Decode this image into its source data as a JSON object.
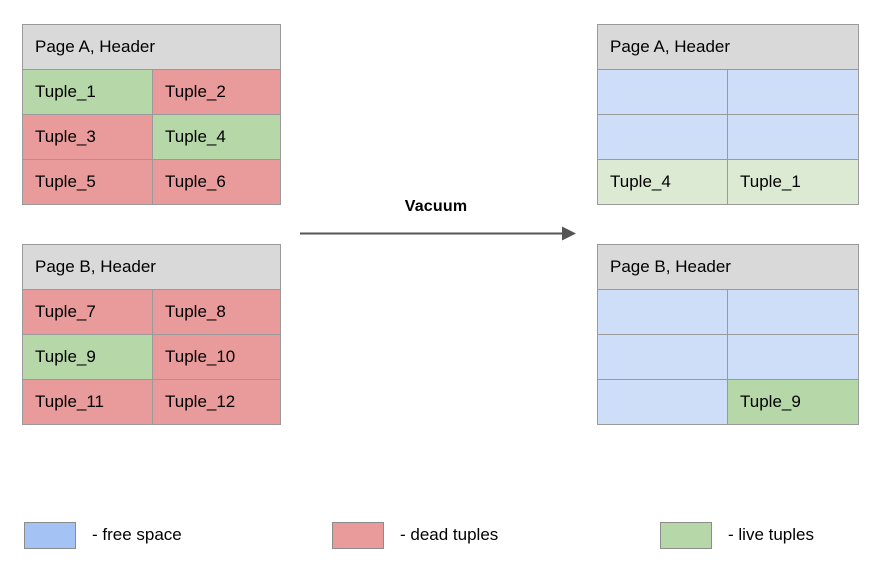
{
  "diagram": {
    "transition": {
      "label": "Vacuum",
      "arrow_icon": "arrow-right-icon"
    },
    "before": {
      "pages": [
        {
          "header": "Page A, Header",
          "rows": [
            [
              {
                "text": "Tuple_1",
                "state": "live"
              },
              {
                "text": "Tuple_2",
                "state": "dead"
              }
            ],
            [
              {
                "text": "Tuple_3",
                "state": "dead"
              },
              {
                "text": "Tuple_4",
                "state": "live"
              }
            ],
            [
              {
                "text": "Tuple_5",
                "state": "dead"
              },
              {
                "text": "Tuple_6",
                "state": "dead"
              }
            ]
          ]
        },
        {
          "header": "Page B, Header",
          "rows": [
            [
              {
                "text": "Tuple_7",
                "state": "dead"
              },
              {
                "text": "Tuple_8",
                "state": "dead"
              }
            ],
            [
              {
                "text": "Tuple_9",
                "state": "live"
              },
              {
                "text": "Tuple_10",
                "state": "dead"
              }
            ],
            [
              {
                "text": "Tuple_11",
                "state": "dead"
              },
              {
                "text": "Tuple_12",
                "state": "dead"
              }
            ]
          ]
        }
      ]
    },
    "after": {
      "pages": [
        {
          "header": "Page A, Header",
          "rows": [
            [
              {
                "text": "",
                "state": "free"
              },
              {
                "text": "",
                "state": "free"
              }
            ],
            [
              {
                "text": "",
                "state": "free"
              },
              {
                "text": "",
                "state": "free"
              }
            ],
            [
              {
                "text": "Tuple_4",
                "state": "live-pale"
              },
              {
                "text": "Tuple_1",
                "state": "live-pale"
              }
            ]
          ]
        },
        {
          "header": "Page B, Header",
          "rows": [
            [
              {
                "text": "",
                "state": "free"
              },
              {
                "text": "",
                "state": "free"
              }
            ],
            [
              {
                "text": "",
                "state": "free"
              },
              {
                "text": "",
                "state": "free"
              }
            ],
            [
              {
                "text": "",
                "state": "free"
              },
              {
                "text": "Tuple_9",
                "state": "live"
              }
            ]
          ]
        }
      ]
    },
    "legend": {
      "items": [
        {
          "label": "- free space",
          "color": "#a4c2f4",
          "state": "free"
        },
        {
          "label": "- dead tuples",
          "color": "#e99a9a",
          "state": "dead"
        },
        {
          "label": "- live tuples",
          "color": "#b6d7a8",
          "state": "live"
        }
      ]
    },
    "colors": {
      "header": "#d9d9d9",
      "free": "#cfdef8",
      "dead": "#e99a9a",
      "live": "#b6d7a8",
      "live_pale": "#dcead3",
      "border": "#9a9a9a",
      "arrow": "#555555"
    }
  }
}
